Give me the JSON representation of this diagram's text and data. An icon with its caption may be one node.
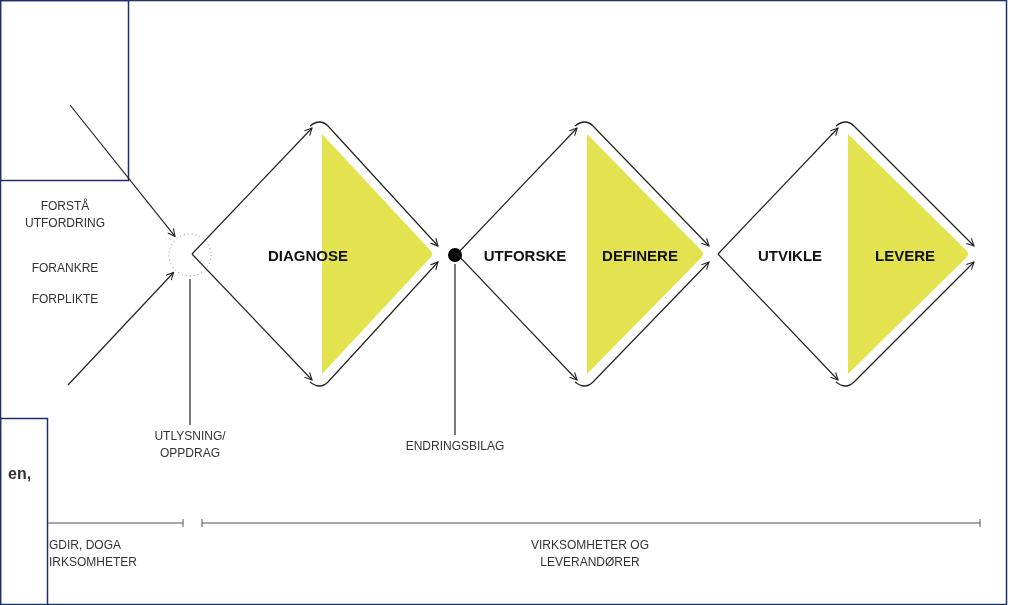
{
  "diagram": {
    "nodes": [
      {
        "text": [],
        "shape": "circle"
      },
      {
        "text": [
          "DIAGNOSE"
        ]
      },
      {
        "text": [],
        "shape": "circle"
      },
      {
        "text": [
          "UTFORSKE",
          "DEFINERE"
        ]
      },
      {
        "text": [
          "UTVIKLE",
          "LEVERE"
        ]
      },
      {
        "text": [
          "UTLYSNING/ OPPDRAG"
        ]
      },
      {
        "text": [
          "ENDRINGSBILAG"
        ]
      }
    ],
    "edges": [
      {
        "from": null,
        "to": 0,
        "arrow": "to"
      },
      {
        "from": null,
        "to": 0,
        "arrow": "to"
      },
      {
        "from": 5,
        "to": 0,
        "arrow": "none"
      },
      {
        "from": 6,
        "to": 2,
        "arrow": "none"
      }
    ],
    "labels": [
      "FORSTÅ UTFORDRING",
      "FORANKRE",
      "FORPLIKTE",
      "en,",
      "GDIR, DOGA IRKSOMHETER",
      "VIRKSOMHETER OG LEVERANDØRER"
    ]
  }
}
